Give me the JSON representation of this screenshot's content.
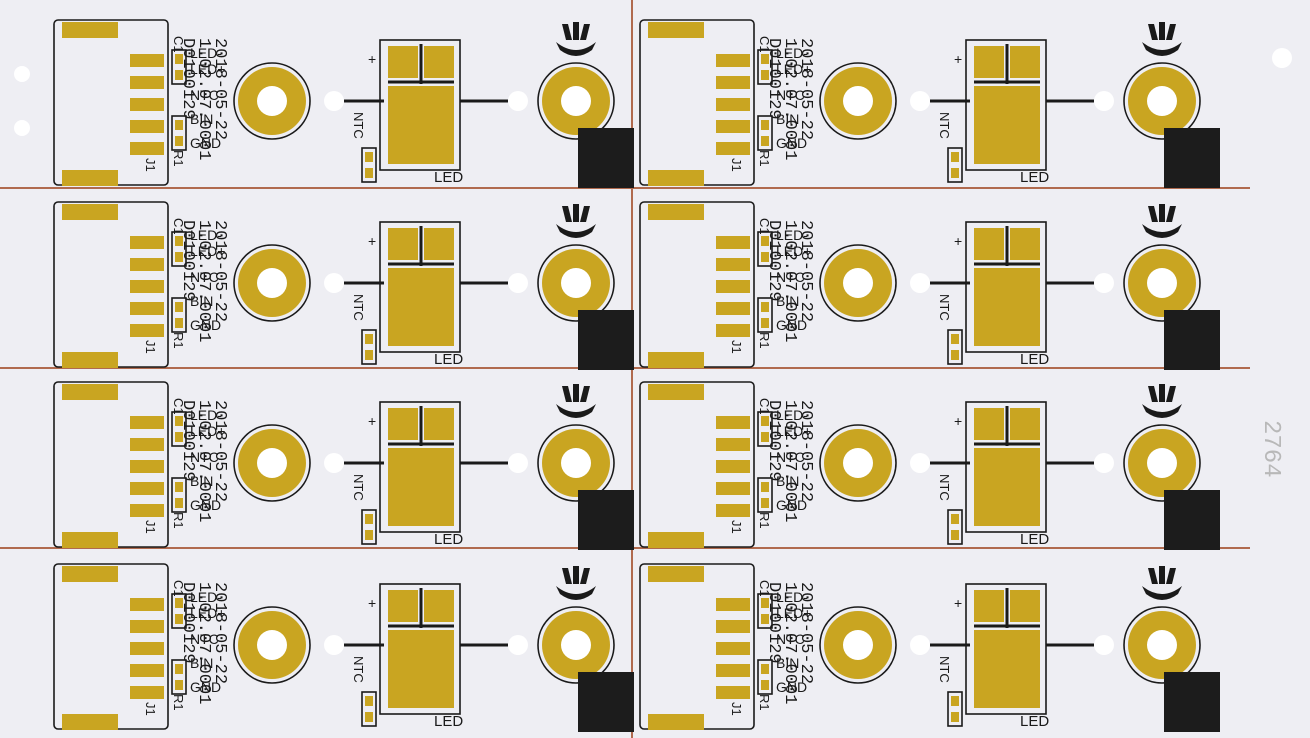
{
  "board": {
    "part_number": "D0100129",
    "version": "1.02.07.0001",
    "date": "2018-05-22",
    "connector_ref": "J1",
    "cap_ref": "C1",
    "res_ref": "R1",
    "pin_labels": [
      "LED-",
      "LED+",
      "NTC",
      "BIN",
      "GND"
    ],
    "ntc_label": "NTC",
    "led_label": "LED",
    "plus_mark": "+"
  },
  "panel": {
    "rows": 4,
    "columns": 2,
    "stamp_number": "2764"
  },
  "colors": {
    "substrate": "#eeeef3",
    "gold_pad": "#c9a521",
    "silkscreen": "#1a1a1a",
    "cut_line": "#b06a4e"
  }
}
